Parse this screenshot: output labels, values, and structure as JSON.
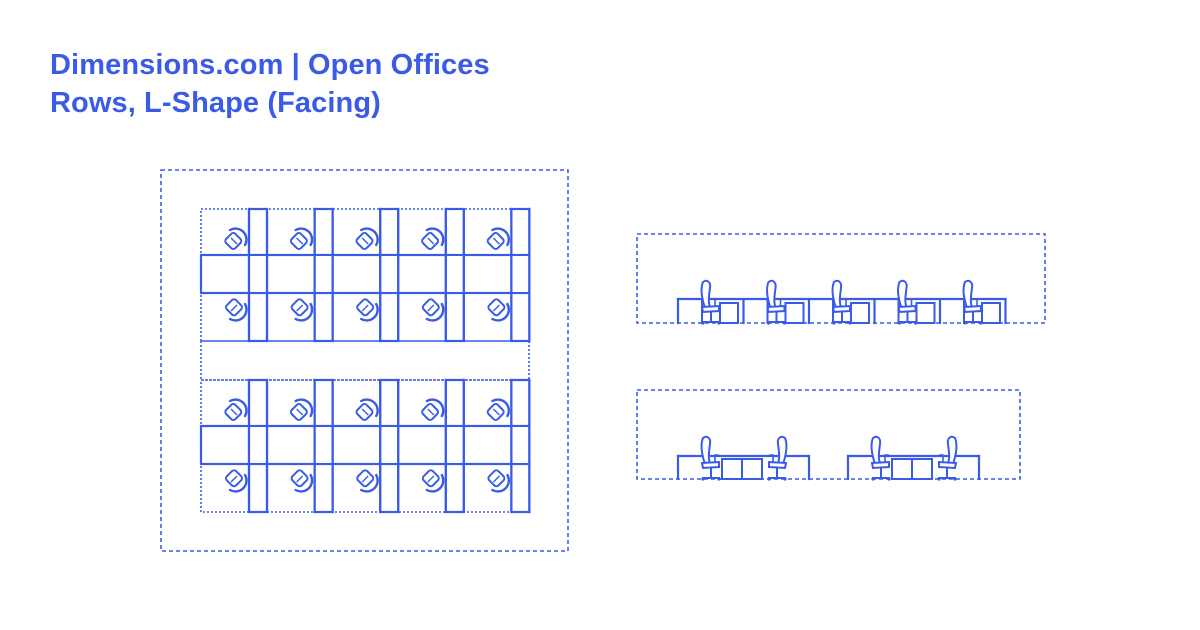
{
  "title": {
    "line1": "Dimensions.com | Open Offices",
    "line2": "Rows, L-Shape (Facing)"
  },
  "colors": {
    "ink": "#3a5be8",
    "background": "#ffffff"
  },
  "plan_view": {
    "groups": 2,
    "columns_per_row": 5,
    "rows_per_group": 2
  },
  "elevation_long": {
    "chairs": 5
  },
  "elevation_short": {
    "clusters": 2,
    "chairs_per_cluster": 2
  }
}
